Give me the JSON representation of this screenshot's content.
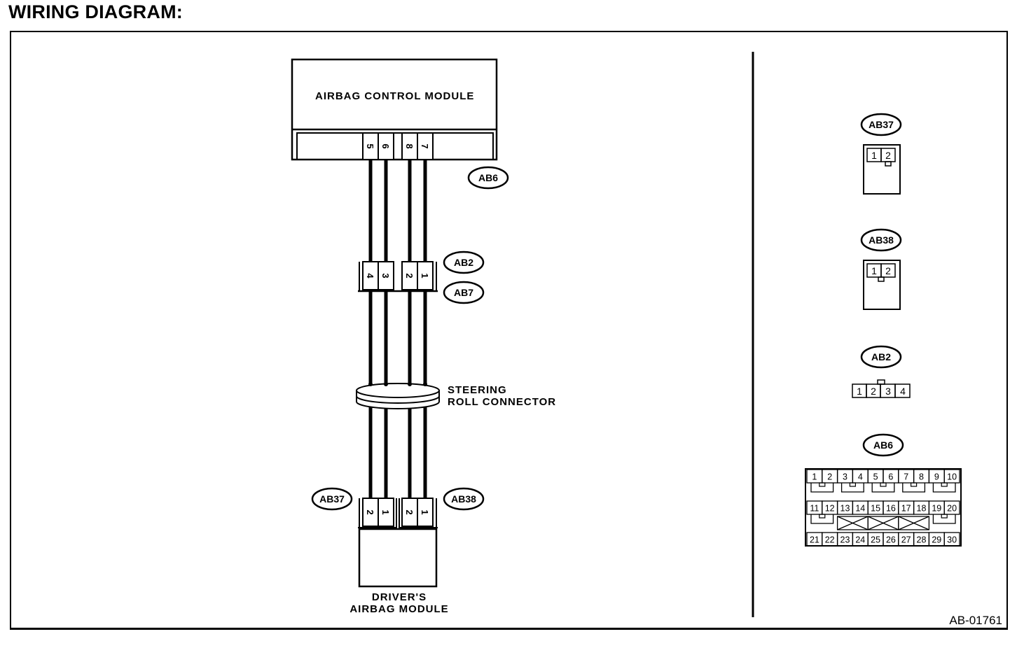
{
  "title": "WIRING DIAGRAM:",
  "figure_id": "AB-01761",
  "components": {
    "control_module": "AIRBAG CONTROL MODULE",
    "steering_roll_connector": [
      "STEERING",
      "ROLL CONNECTOR"
    ],
    "drivers_airbag_module": [
      "DRIVER'S",
      "AIRBAG MODULE"
    ]
  },
  "connectors": {
    "ab6": {
      "tag": "AB6",
      "pins": [
        "5",
        "6",
        "8",
        "7"
      ]
    },
    "ab2": {
      "tag": "AB2",
      "pins": [
        "4",
        "3",
        "2",
        "1"
      ]
    },
    "ab7": {
      "tag": "AB7"
    },
    "ab37": {
      "tag": "AB37",
      "pins": [
        "2",
        "1"
      ]
    },
    "ab38": {
      "tag": "AB38",
      "pins": [
        "2",
        "1"
      ]
    }
  },
  "connector_views": [
    {
      "tag": "AB37",
      "pins": [
        "1",
        "2"
      ]
    },
    {
      "tag": "AB38",
      "pins": [
        "1",
        "2"
      ]
    },
    {
      "tag": "AB2",
      "pins": [
        "1",
        "2",
        "3",
        "4"
      ]
    },
    {
      "tag": "AB6",
      "rows": [
        [
          "1",
          "2",
          "3",
          "4",
          "5",
          "6",
          "7",
          "8",
          "9",
          "10"
        ],
        [
          "11",
          "12",
          "13",
          "14",
          "15",
          "16",
          "17",
          "18",
          "19",
          "20"
        ],
        [
          "21",
          "22",
          "23",
          "24",
          "25",
          "26",
          "27",
          "28",
          "29",
          "30"
        ]
      ]
    }
  ]
}
